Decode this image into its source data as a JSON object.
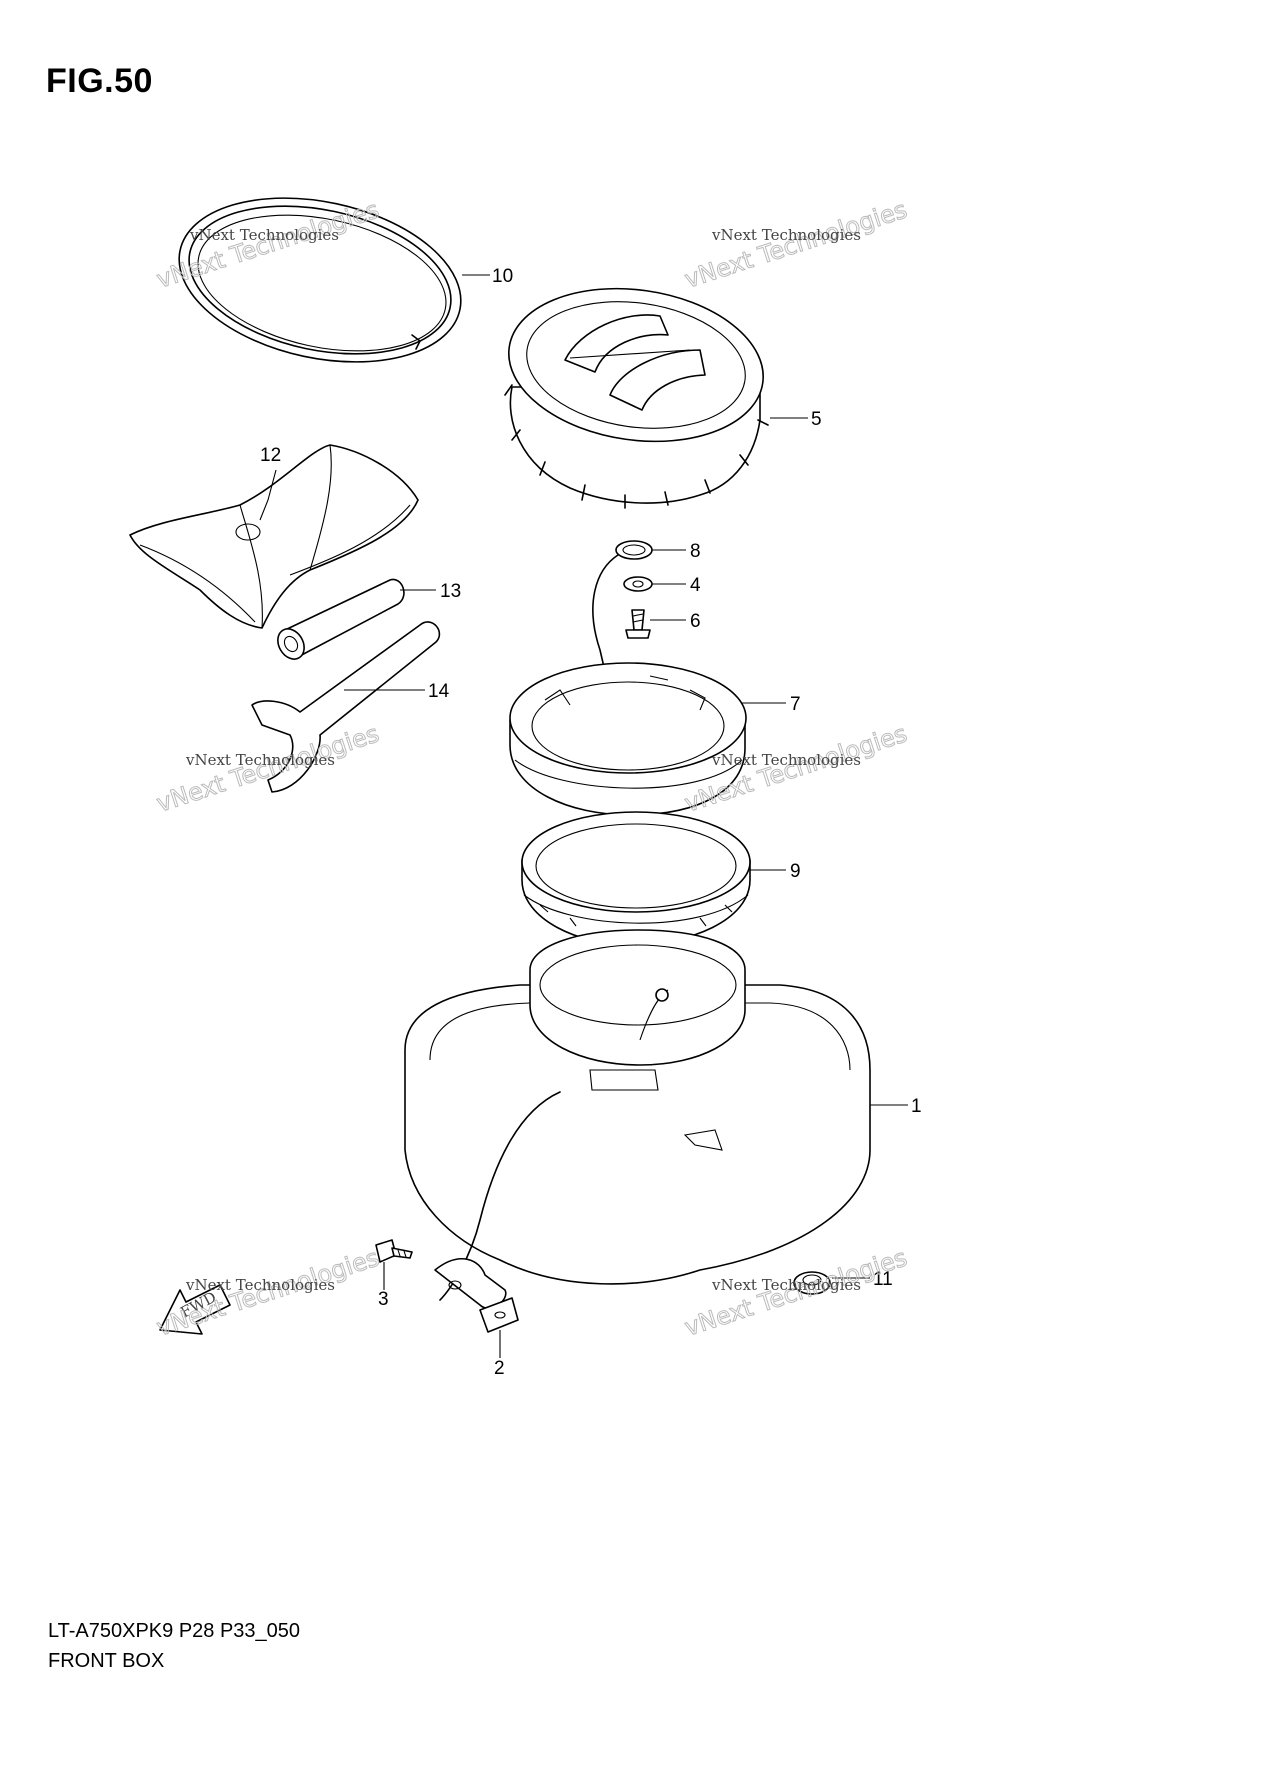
{
  "figure": {
    "title": "FIG.50",
    "model_code": "LT-A750XPK9 P28 P33_050",
    "assembly_name": "FRONT BOX"
  },
  "callouts": [
    {
      "id": "1",
      "label": "1"
    },
    {
      "id": "2",
      "label": "2"
    },
    {
      "id": "3",
      "label": "3"
    },
    {
      "id": "4",
      "label": "4"
    },
    {
      "id": "5",
      "label": "5"
    },
    {
      "id": "6",
      "label": "6"
    },
    {
      "id": "7",
      "label": "7"
    },
    {
      "id": "8",
      "label": "8"
    },
    {
      "id": "9",
      "label": "9"
    },
    {
      "id": "10",
      "label": "10"
    },
    {
      "id": "11",
      "label": "11"
    },
    {
      "id": "12",
      "label": "12"
    },
    {
      "id": "13",
      "label": "13"
    },
    {
      "id": "14",
      "label": "14"
    }
  ],
  "watermark": {
    "line1": "vNext Technologies",
    "line2": "vNext Technologies"
  },
  "fwd_mark": "FWD",
  "colors": {
    "line": "#000000",
    "background": "#ffffff",
    "watermark": "#bbbbbb"
  }
}
